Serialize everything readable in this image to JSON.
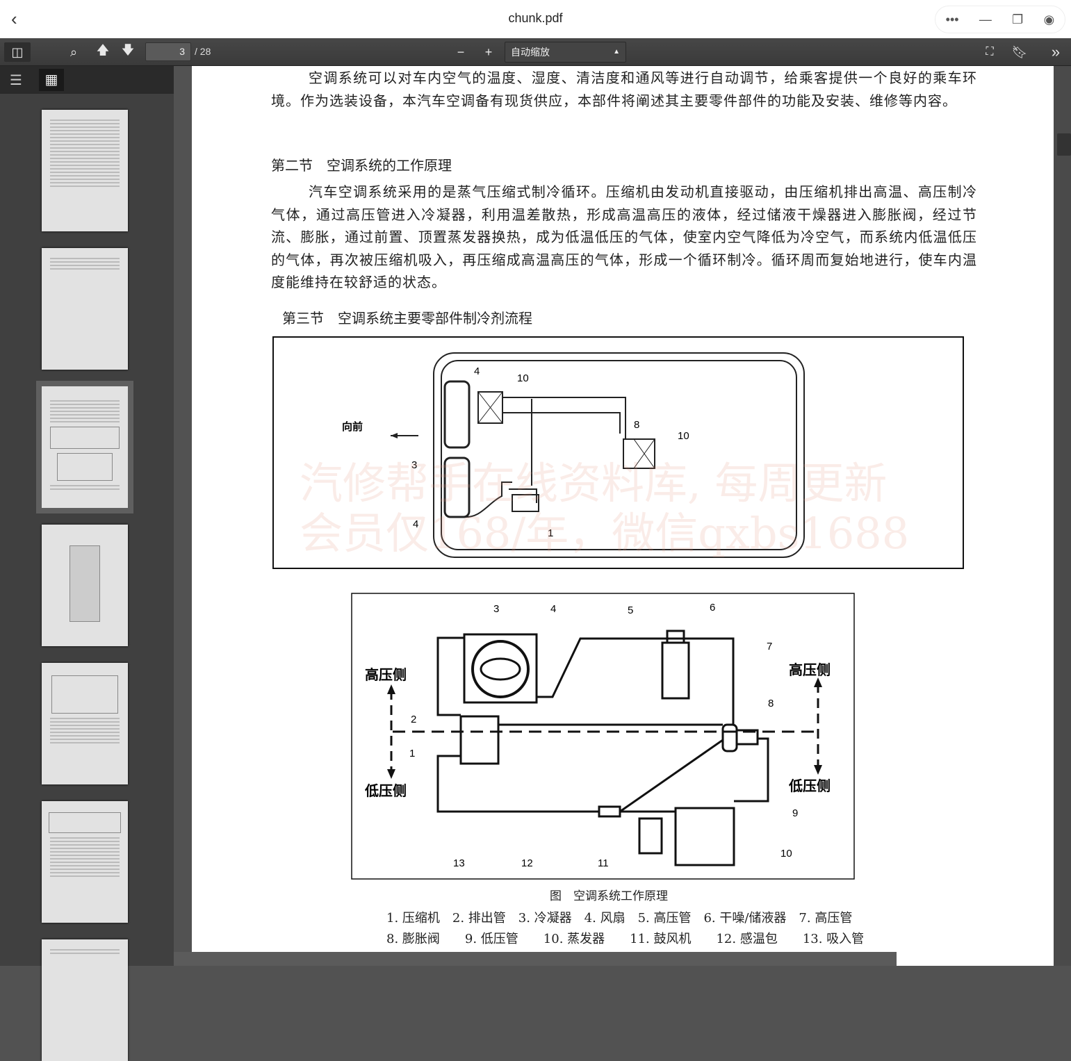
{
  "window": {
    "title": "chunk.pdf",
    "back_icon": "chevron-left-icon",
    "controls": [
      "more-icon",
      "minimize-icon",
      "restore-icon",
      "record-icon"
    ]
  },
  "toolbar": {
    "page_current": "3",
    "page_total": "/ 28",
    "zoom_value": "自动缩放",
    "zoom_out": "−",
    "zoom_in": "+"
  },
  "sidebar": {
    "thumbnail_count": 7,
    "selected_page": 3
  },
  "document": {
    "para1": "空调系统可以对车内空气的温度、湿度、清洁度和通风等进行自动调节，给乘客提供一个良好的乘车环境。作为选装设备，本汽车空调备有现货供应，本部件将阐述其主要零件部件的功能及安装、维修等内容。",
    "heading2": "第二节　空调系统的工作原理",
    "para2": "汽车空调系统采用的是蒸气压缩式制冷循环。压缩机由发动机直接驱动，由压缩机排出高温、高压制冷气体，通过高压管进入冷凝器，利用温差散热，形成高温高压的液体，经过储液干燥器进入膨胀阀，经过节流、膨胀，通过前置、顶置蒸发器换热，成为低温低压的气体，使室内空气降低为冷空气，而系统内低温低压的气体，再次被压缩机吸入，再压缩成高温高压的气体，形成一个循环制冷。循环周而复始地进行，使车内温度能维持在较舒适的状态。",
    "heading3": "第三节　空调系统主要零部件制冷剂流程",
    "diagram1": {
      "forward_label": "向前",
      "labels": [
        "4",
        "10",
        "8",
        "10",
        "3",
        "4",
        "1"
      ]
    },
    "diagram2": {
      "high_left": "高压侧",
      "high_right": "高压侧",
      "low_left": "低压侧",
      "low_right": "低压侧",
      "labels": [
        "3",
        "4",
        "5",
        "6",
        "7",
        "2",
        "8",
        "1",
        "9",
        "10",
        "11",
        "12",
        "13"
      ]
    },
    "caption": "图　空调系统工作原理",
    "legend_line1": "1. 压缩机　2. 排出管　3. 冷凝器　4. 风扇　5. 高压管　6. 干噪/储液器　7. 高压管",
    "legend_line2": "8. 膨胀阀　　9. 低压管　　10. 蒸发器　　11. 鼓风机　　12. 感温包　　13. 吸入管",
    "watermark": [
      "汽修帮手在线资料库, 每周更新",
      "会员仅168/年，微信qxbs1688"
    ]
  }
}
